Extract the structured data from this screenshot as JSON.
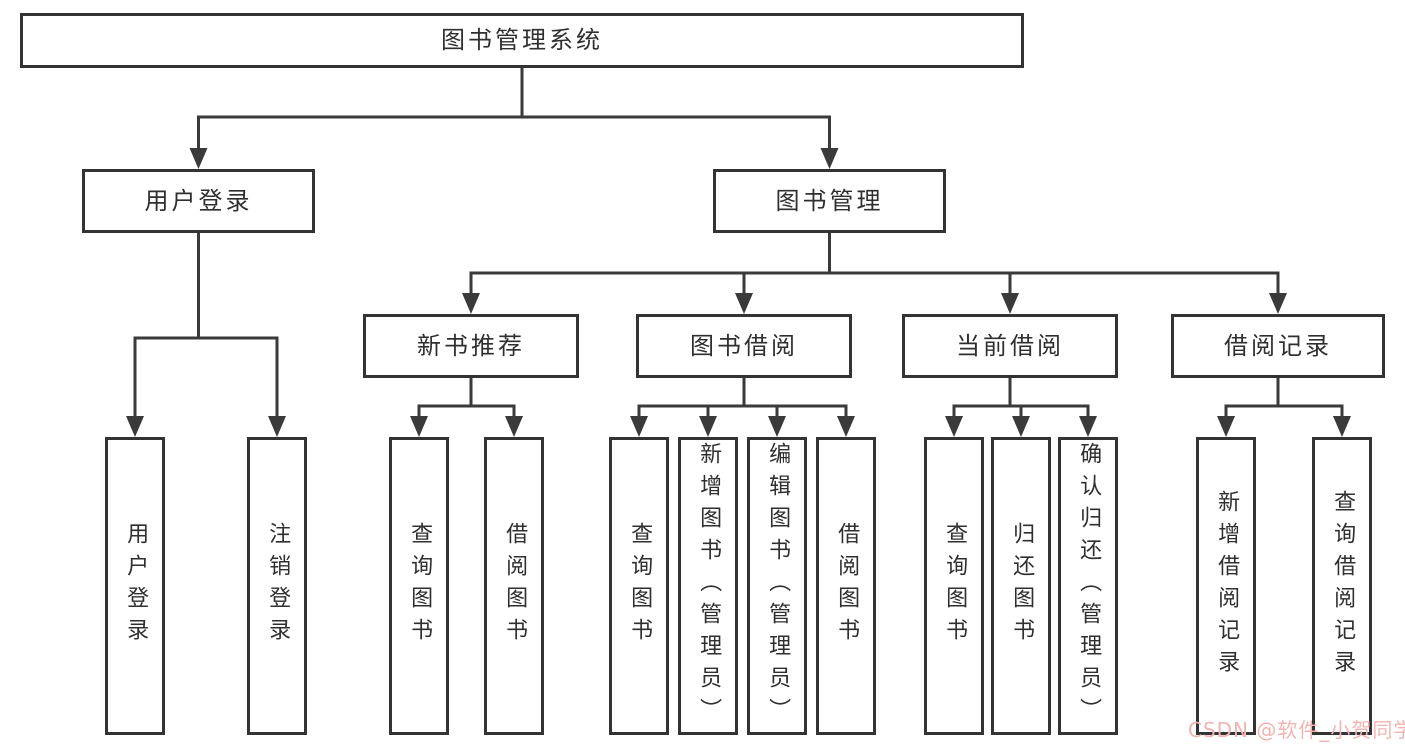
{
  "diagram_title": "图书管理系统",
  "nodes": {
    "root": {
      "label": "图书管理系统"
    },
    "user_login": {
      "label": "用户登录"
    },
    "book_mgmt": {
      "label": "图书管理"
    },
    "new_book_recommend": {
      "label": "新书推荐"
    },
    "book_borrow": {
      "label": "图书借阅"
    },
    "current_borrow": {
      "label": "当前借阅"
    },
    "borrow_records": {
      "label": "借阅记录"
    },
    "leaf_user_login": {
      "label": "用户登录"
    },
    "leaf_logout_login": {
      "label": "注销登录"
    },
    "leaf_query_books_recommend": {
      "label": "查询图书"
    },
    "leaf_borrow_books_recommend": {
      "label": "借阅图书"
    },
    "leaf_query_books_borrow": {
      "label": "查询图书"
    },
    "leaf_add_books_admin": {
      "label": "新增图书（管理员）"
    },
    "leaf_edit_books_admin": {
      "label": "编辑图书（管理员）"
    },
    "leaf_borrow_books_borrow": {
      "label": "借阅图书"
    },
    "leaf_query_books_current": {
      "label": "查询图书"
    },
    "leaf_return_books": {
      "label": "归还图书"
    },
    "leaf_confirm_return_admin": {
      "label": "确认归还（管理员）"
    },
    "leaf_add_borrow_record": {
      "label": "新增借阅记录"
    },
    "leaf_query_borrow_record": {
      "label": "查询借阅记录"
    }
  },
  "hierarchy": {
    "root": [
      "user_login",
      "book_mgmt"
    ],
    "user_login": [
      "leaf_user_login",
      "leaf_logout_login"
    ],
    "book_mgmt": [
      "new_book_recommend",
      "book_borrow",
      "current_borrow",
      "borrow_records"
    ],
    "new_book_recommend": [
      "leaf_query_books_recommend",
      "leaf_borrow_books_recommend"
    ],
    "book_borrow": [
      "leaf_query_books_borrow",
      "leaf_add_books_admin",
      "leaf_edit_books_admin",
      "leaf_borrow_books_borrow"
    ],
    "current_borrow": [
      "leaf_query_books_current",
      "leaf_return_books",
      "leaf_confirm_return_admin"
    ],
    "borrow_records": [
      "leaf_add_borrow_record",
      "leaf_query_borrow_record"
    ]
  },
  "watermark": {
    "text": "CSDN @软件_小贺同学",
    "color": "#f2b3b3"
  },
  "colors": {
    "background": "#ffffff",
    "box_border": "#333333",
    "line": "#3a3a3a",
    "text": "#2f2f2f"
  }
}
